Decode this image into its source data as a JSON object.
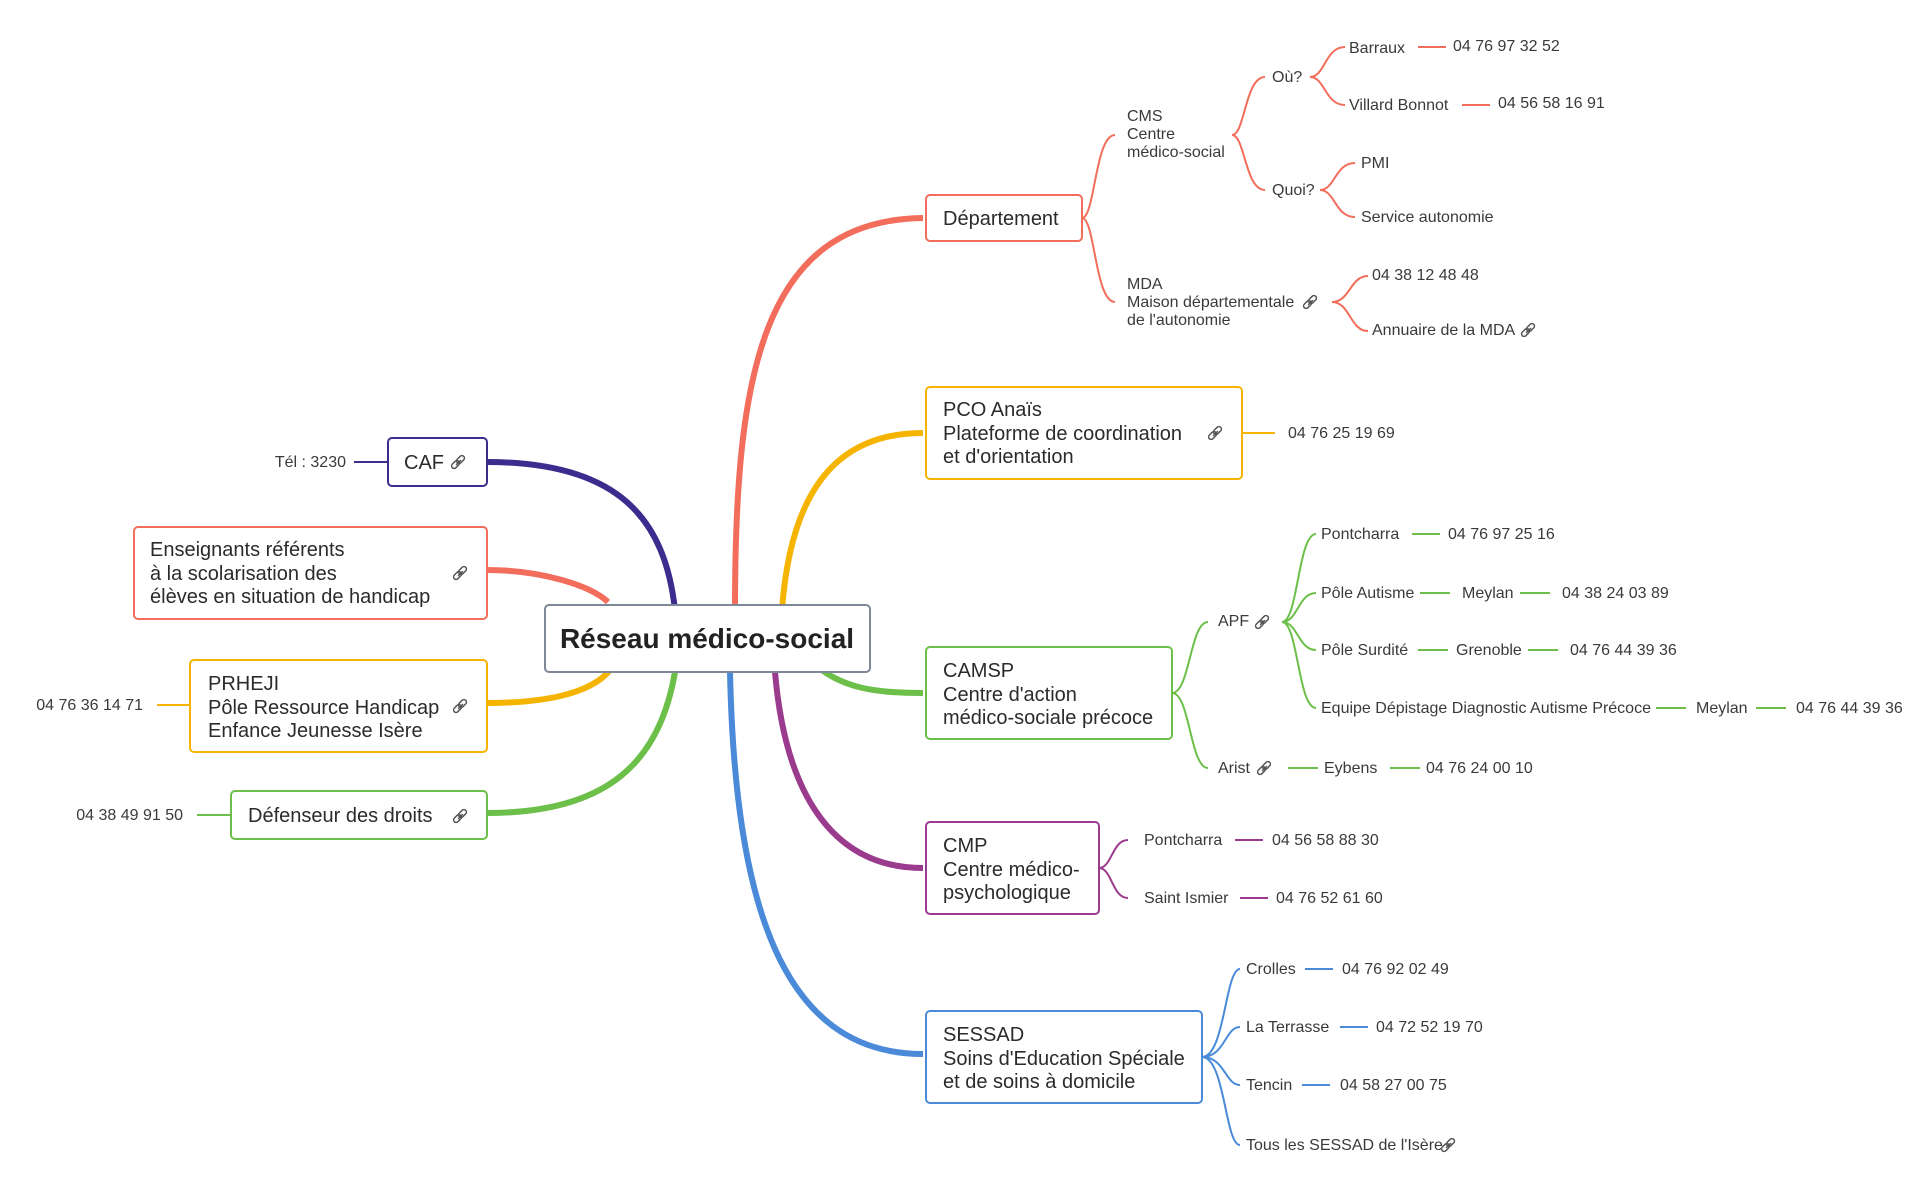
{
  "root": {
    "label": "Réseau médico-social"
  },
  "colors": {
    "departement": "#f26d5b",
    "pco": "#f5b400",
    "camsp": "#6cc04a",
    "cmp": "#9b3b8e",
    "sessad": "#4a8ad8",
    "caf": "#3d2c8d",
    "enseignants": "#f26d5b",
    "prheji": "#f5b400",
    "defenseur": "#6cc04a"
  },
  "link_icon": "link-icon",
  "departement": {
    "label": "Département",
    "cms": {
      "lines": [
        "CMS",
        "Centre",
        "médico-social"
      ],
      "ou": {
        "label": "Où?",
        "items": [
          {
            "place": "Barraux",
            "phone": "04 76 97 32 52"
          },
          {
            "place": "Villard Bonnot",
            "phone": "04 56 58 16 91"
          }
        ]
      },
      "quoi": {
        "label": "Quoi?",
        "items": [
          "PMI",
          "Service autonomie"
        ]
      }
    },
    "mda": {
      "lines": [
        "MDA",
        "Maison départementale",
        "de l'autonomie"
      ],
      "phone": "04 38 12 48 48",
      "annuaire": "Annuaire de la MDA"
    }
  },
  "pco": {
    "lines": [
      "PCO Anaïs",
      "Plateforme de coordination",
      "et d'orientation"
    ],
    "phone": "04 76 25 19 69"
  },
  "camsp": {
    "lines": [
      "CAMSP",
      "Centre d'action",
      "médico-sociale précoce"
    ],
    "apf": {
      "label": "APF",
      "rows": [
        {
          "label": "Pontcharra",
          "city": "",
          "phone": "04 76 97 25 16"
        },
        {
          "label": "Pôle Autisme",
          "city": "Meylan",
          "phone": "04 38 24 03 89"
        },
        {
          "label": "Pôle Surdité",
          "city": "Grenoble",
          "phone": "04 76 44 39 36"
        },
        {
          "label": "Equipe Dépistage Diagnostic Autisme Précoce",
          "city": "Meylan",
          "phone": "04 76 44 39 36"
        }
      ]
    },
    "arist": {
      "label": "Arist",
      "city": "Eybens",
      "phone": "04 76 24 00 10"
    }
  },
  "cmp": {
    "lines": [
      "CMP",
      "Centre médico-",
      "psychologique"
    ],
    "items": [
      {
        "place": "Pontcharra",
        "phone": "04 56 58 88 30"
      },
      {
        "place": "Saint Ismier",
        "phone": "04 76 52 61 60"
      }
    ]
  },
  "sessad": {
    "lines": [
      "SESSAD",
      "Soins d'Education Spéciale",
      "et de soins à domicile"
    ],
    "items": [
      {
        "place": "Crolles",
        "phone": "04 76 92 02 49"
      },
      {
        "place": "La Terrasse",
        "phone": "04 72 52 19 70"
      },
      {
        "place": "Tencin",
        "phone": "04 58 27 00 75"
      }
    ],
    "all": "Tous les SESSAD de l'Isère"
  },
  "caf": {
    "label": "CAF",
    "tel": "Tél : 3230"
  },
  "enseignants": {
    "lines": [
      "Enseignants référents",
      "à la scolarisation des",
      "élèves en situation de handicap"
    ]
  },
  "prheji": {
    "lines": [
      "PRHEJI",
      "Pôle Ressource Handicap",
      "Enfance Jeunesse Isère"
    ],
    "phone": "04 76 36 14 71"
  },
  "defenseur": {
    "label": "Défenseur des droits",
    "phone": "04 38 49 91 50"
  }
}
